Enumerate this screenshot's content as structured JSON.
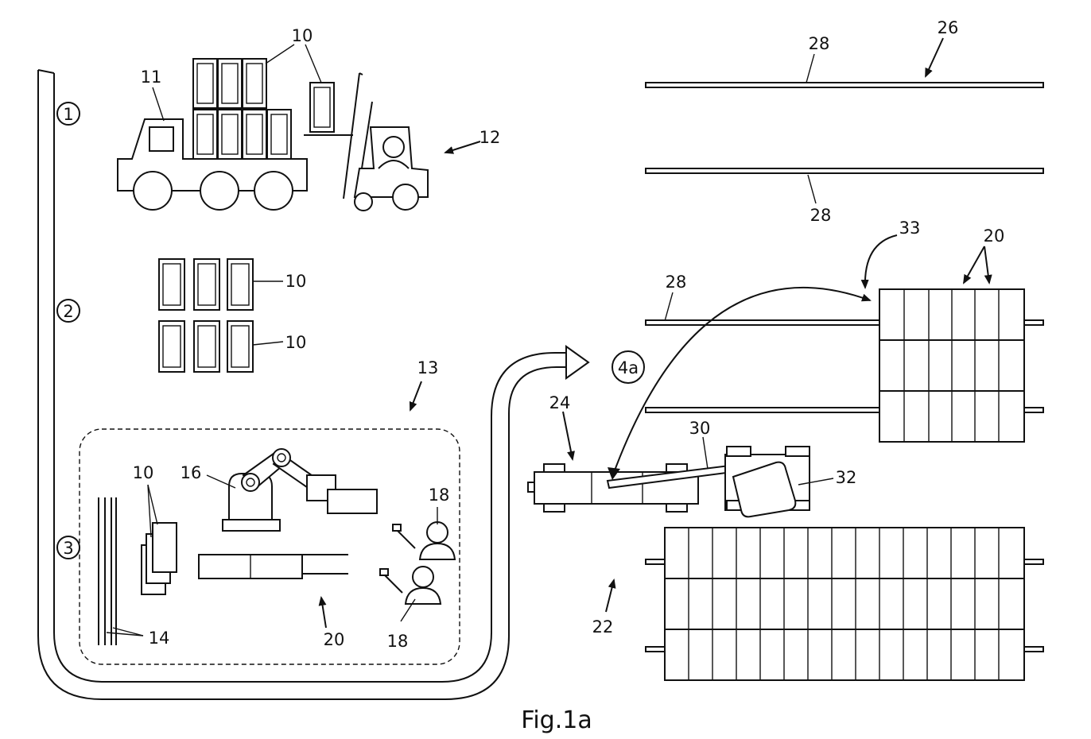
{
  "figure": {
    "caption": "Fig.1a",
    "steps": [
      "1",
      "2",
      "3",
      "4a"
    ],
    "labels": {
      "ref_10_top": "10",
      "ref_11": "11",
      "ref_12": "12",
      "ref_10_mid1": "10",
      "ref_10_mid2": "10",
      "ref_13": "13",
      "ref_10_cell": "10",
      "ref_16": "16",
      "ref_18_a": "18",
      "ref_18_b": "18",
      "ref_14": "14",
      "ref_20_cell": "20",
      "ref_26": "26",
      "ref_28_a": "28",
      "ref_28_b": "28",
      "ref_28_c": "28",
      "ref_33": "33",
      "ref_20_right": "20",
      "ref_24": "24",
      "ref_30": "30",
      "ref_32": "32",
      "ref_22": "22"
    }
  }
}
